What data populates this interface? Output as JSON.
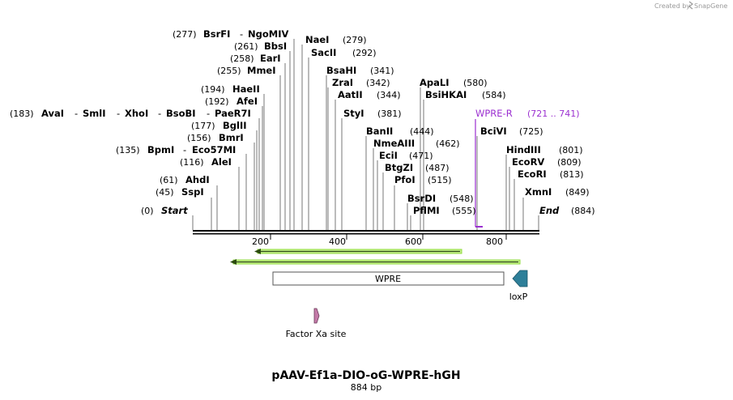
{
  "credit": {
    "prefix": "Created by",
    "brand": "SnapGene"
  },
  "map": {
    "title": "pAAV-Ef1a-DIO-oG-WPRE-hGH",
    "length_label": "884 bp",
    "length": 884,
    "ticks": [
      "200",
      "400",
      "600",
      "800"
    ],
    "tick_values": [
      200,
      400,
      600,
      800
    ]
  },
  "sites": [
    {
      "pos": "(277)",
      "names": [
        "BsrFI",
        "NgoMIV"
      ],
      "bp": 277
    },
    {
      "pos": "(279)",
      "names": [
        "NaeI"
      ],
      "bp": 279
    },
    {
      "pos": "(292)",
      "names": [
        "SacII"
      ],
      "bp": 292
    },
    {
      "pos": "(261)",
      "names": [
        "BbsI"
      ],
      "bp": 261
    },
    {
      "pos": "(258)",
      "names": [
        "EarI"
      ],
      "bp": 258
    },
    {
      "pos": "(255)",
      "names": [
        "MmeI"
      ],
      "bp": 255
    },
    {
      "pos": "(341)",
      "names": [
        "BsaHI"
      ],
      "bp": 341
    },
    {
      "pos": "(342)",
      "names": [
        "ZraI"
      ],
      "bp": 342
    },
    {
      "pos": "(344)",
      "names": [
        "AatII"
      ],
      "bp": 344
    },
    {
      "pos": "(381)",
      "names": [
        "StyI"
      ],
      "bp": 381
    },
    {
      "pos": "(580)",
      "names": [
        "ApaLI"
      ],
      "bp": 580
    },
    {
      "pos": "(584)",
      "names": [
        "BsiHKAI"
      ],
      "bp": 584
    },
    {
      "pos": "(194)",
      "names": [
        "HaeII"
      ],
      "bp": 194
    },
    {
      "pos": "(192)",
      "names": [
        "AfeI"
      ],
      "bp": 192
    },
    {
      "pos": "(183)",
      "names": [
        "AvaI",
        "SmlI",
        "XhoI",
        "BsoBI",
        "PaeR7I"
      ],
      "bp": 183
    },
    {
      "pos": "(177)",
      "names": [
        "BglII"
      ],
      "bp": 177
    },
    {
      "pos": "(156)",
      "names": [
        "BmrI"
      ],
      "bp": 156
    },
    {
      "pos": "(135)",
      "names": [
        "BpmI",
        "Eco57MI"
      ],
      "bp": 135
    },
    {
      "pos": "(116)",
      "names": [
        "AleI"
      ],
      "bp": 116
    },
    {
      "pos": "(61)",
      "names": [
        "AhdI"
      ],
      "bp": 61
    },
    {
      "pos": "(45)",
      "names": [
        "SspI"
      ],
      "bp": 45
    },
    {
      "pos": "(0)",
      "names": [
        "Start"
      ],
      "bp": 0
    },
    {
      "pos": "(444)",
      "names": [
        "BanII"
      ],
      "bp": 444
    },
    {
      "pos": "(462)",
      "names": [
        "NmeAIII"
      ],
      "bp": 462
    },
    {
      "pos": "(471)",
      "names": [
        "EciI"
      ],
      "bp": 471
    },
    {
      "pos": "(487)",
      "names": [
        "BtgZI"
      ],
      "bp": 487
    },
    {
      "pos": "(515)",
      "names": [
        "PfoI"
      ],
      "bp": 515
    },
    {
      "pos": "(548)",
      "names": [
        "BsrDI"
      ],
      "bp": 548
    },
    {
      "pos": "(555)",
      "names": [
        "PflMI"
      ],
      "bp": 555
    },
    {
      "pos": "(725)",
      "names": [
        "BciVI"
      ],
      "bp": 725
    },
    {
      "pos": "(801)",
      "names": [
        "HindIII"
      ],
      "bp": 801
    },
    {
      "pos": "(809)",
      "names": [
        "EcoRV"
      ],
      "bp": 809
    },
    {
      "pos": "(813)",
      "names": [
        "EcoRI"
      ],
      "bp": 813
    },
    {
      "pos": "(849)",
      "names": [
        "XmnI"
      ],
      "bp": 849
    },
    {
      "pos": "(884)",
      "names": [
        "End"
      ],
      "bp": 884
    }
  ],
  "primer": {
    "name": "WPRE-R",
    "range": "(721 .. 741)",
    "color": "#9b30d0"
  },
  "features": {
    "wpre": "WPRE",
    "loxp": "loxP",
    "factor_xa": "Factor Xa site",
    "orf_color": "#8fdc3c",
    "loxp_color": "#2e7f99",
    "factor_xa_color": "#c47aa8"
  }
}
